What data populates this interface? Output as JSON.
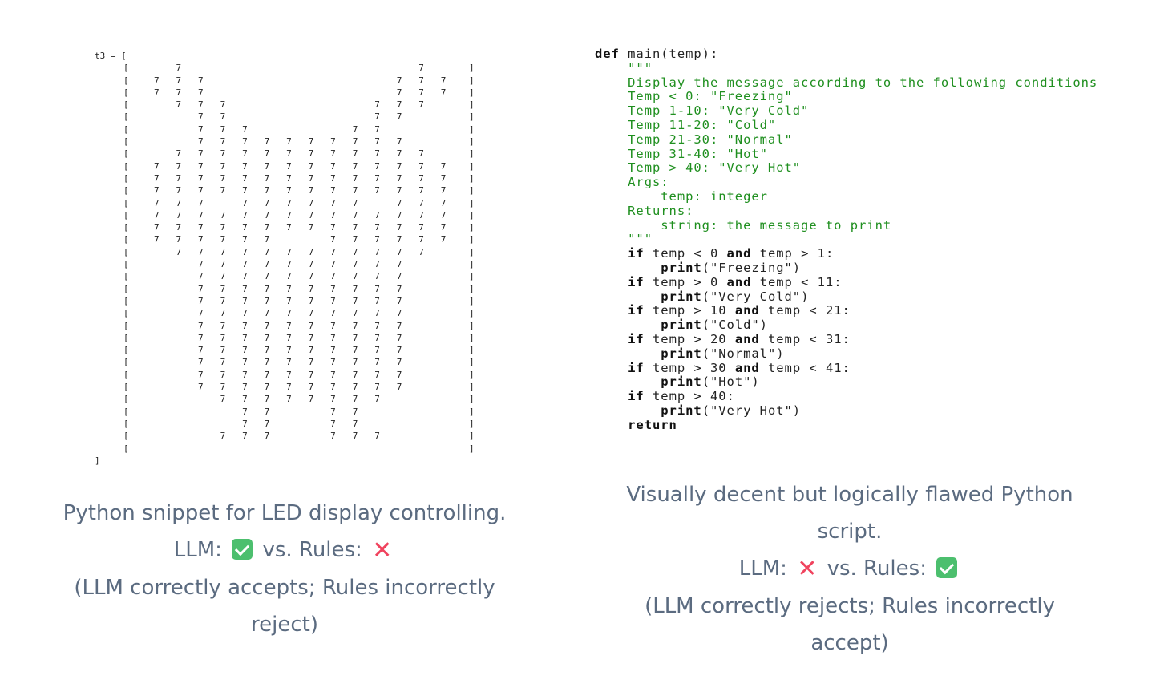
{
  "left_code": {
    "header": "t3 = [",
    "footer": "]",
    "row_open": "[",
    "row_close": "]",
    "value": "7",
    "rows": [
      " 7          7 ",
      "777        777",
      "777        777",
      " 777      777 ",
      "  77      77  ",
      "  777    77   ",
      "  7777777777  ",
      " 777777777777 ",
      "77777777777777",
      "77777777777777",
      "77777777777777",
      "777 777777 777",
      "77777777777777",
      "77777777777777",
      "777777  777777",
      " 777777777777 ",
      "  7777777777  ",
      "  7777777777  ",
      "  7777777777  ",
      "  7777777777  ",
      "  7777777777  ",
      "  7777777777  ",
      "  7777777777  ",
      "  7777777777  ",
      "  7777777777  ",
      "  7777777777  ",
      "  7777777777  ",
      "   77777777   ",
      "    77  77    ",
      "    77  77    ",
      "   777  777   ",
      "              "
    ]
  },
  "right_code": {
    "lines": [
      [
        [
          "def",
          "kw"
        ],
        [
          " main(temp):",
          ""
        ]
      ],
      [
        [
          "    \"\"\"",
          "doc"
        ]
      ],
      [
        [
          "    Display the message according to the following conditions",
          "doc"
        ]
      ],
      [
        [
          "    Temp < 0: \"Freezing\"",
          "doc"
        ]
      ],
      [
        [
          "    Temp 1-10: \"Very Cold\"",
          "doc"
        ]
      ],
      [
        [
          "    Temp 11-20: \"Cold\"",
          "doc"
        ]
      ],
      [
        [
          "    Temp 21-30: \"Normal\"",
          "doc"
        ]
      ],
      [
        [
          "    Temp 31-40: \"Hot\"",
          "doc"
        ]
      ],
      [
        [
          "    Temp > 40: \"Very Hot\"",
          "doc"
        ]
      ],
      [
        [
          "    Args:",
          "doc"
        ]
      ],
      [
        [
          "        temp: integer",
          "doc"
        ]
      ],
      [
        [
          "    Returns:",
          "doc"
        ]
      ],
      [
        [
          "        string: the message to print",
          "doc"
        ]
      ],
      [
        [
          "    \"\"\"",
          "doc"
        ]
      ],
      [
        [
          "    ",
          ""
        ],
        [
          "if",
          "kw"
        ],
        [
          " temp < 0 ",
          ""
        ],
        [
          "and",
          "kw"
        ],
        [
          " temp > 1:",
          ""
        ]
      ],
      [
        [
          "        ",
          ""
        ],
        [
          "print",
          "kw"
        ],
        [
          "(\"Freezing\")",
          ""
        ]
      ],
      [
        [
          "    ",
          ""
        ],
        [
          "if",
          "kw"
        ],
        [
          " temp > 0 ",
          ""
        ],
        [
          "and",
          "kw"
        ],
        [
          " temp < 11:",
          ""
        ]
      ],
      [
        [
          "        ",
          ""
        ],
        [
          "print",
          "kw"
        ],
        [
          "(\"Very Cold\")",
          ""
        ]
      ],
      [
        [
          "    ",
          ""
        ],
        [
          "if",
          "kw"
        ],
        [
          " temp > 10 ",
          ""
        ],
        [
          "and",
          "kw"
        ],
        [
          " temp < 21:",
          ""
        ]
      ],
      [
        [
          "        ",
          ""
        ],
        [
          "print",
          "kw"
        ],
        [
          "(\"Cold\")",
          ""
        ]
      ],
      [
        [
          "    ",
          ""
        ],
        [
          "if",
          "kw"
        ],
        [
          " temp > 20 ",
          ""
        ],
        [
          "and",
          "kw"
        ],
        [
          " temp < 31:",
          ""
        ]
      ],
      [
        [
          "        ",
          ""
        ],
        [
          "print",
          "kw"
        ],
        [
          "(\"Normal\")",
          ""
        ]
      ],
      [
        [
          "    ",
          ""
        ],
        [
          "if",
          "kw"
        ],
        [
          " temp > 30 ",
          ""
        ],
        [
          "and",
          "kw"
        ],
        [
          " temp < 41:",
          ""
        ]
      ],
      [
        [
          "        ",
          ""
        ],
        [
          "print",
          "kw"
        ],
        [
          "(\"Hot\")",
          ""
        ]
      ],
      [
        [
          "    ",
          ""
        ],
        [
          "if",
          "kw"
        ],
        [
          " temp > 40:",
          ""
        ]
      ],
      [
        [
          "        ",
          ""
        ],
        [
          "print",
          "kw"
        ],
        [
          "(\"Very Hot\")",
          ""
        ]
      ],
      [
        [
          "    ",
          ""
        ],
        [
          "return",
          "kw"
        ]
      ]
    ]
  },
  "captions": {
    "left": {
      "title_lines": [
        "Python snippet for LED display controlling."
      ],
      "llm_label": "LLM:",
      "llm_icon": "check-mark-icon",
      "vs_label": "vs. Rules:",
      "rules_icon": "cross-mark-icon",
      "note_lines": [
        "(LLM correctly accepts; Rules incorrectly",
        "reject)"
      ]
    },
    "right": {
      "title_lines": [
        "Visually decent but logically flawed Python",
        "script."
      ],
      "llm_label": "LLM:",
      "llm_icon": "cross-mark-icon",
      "vs_label": "vs. Rules:",
      "rules_icon": "check-mark-icon",
      "note_lines": [
        "(LLM correctly rejects; Rules incorrectly",
        "accept)"
      ]
    }
  },
  "colors": {
    "caption": "#5b6b80",
    "docstring": "#1f8f1f",
    "check": "#4cbf6e",
    "cross": "#f0435e"
  }
}
